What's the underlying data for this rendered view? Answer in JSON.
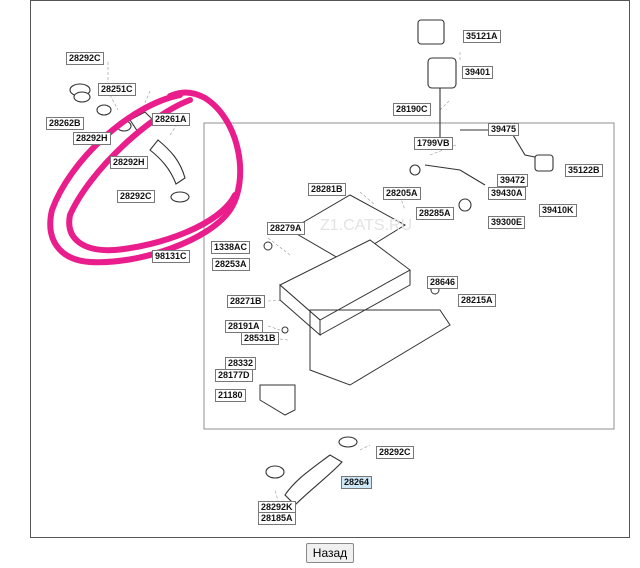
{
  "labels": [
    {
      "id": "35121A",
      "text": "35121A"
    },
    {
      "id": "39401",
      "text": "39401"
    },
    {
      "id": "28292C_top",
      "text": "28292C"
    },
    {
      "id": "28251C",
      "text": "28251C"
    },
    {
      "id": "28262B",
      "text": "28262B"
    },
    {
      "id": "28292H_a",
      "text": "28292H"
    },
    {
      "id": "28261A",
      "text": "28261A"
    },
    {
      "id": "28292H_b",
      "text": "28292H"
    },
    {
      "id": "28292C_mid",
      "text": "28292C"
    },
    {
      "id": "28190C",
      "text": "28190C"
    },
    {
      "id": "39475",
      "text": "39475"
    },
    {
      "id": "1799VB",
      "text": "1799VB"
    },
    {
      "id": "35122B",
      "text": "35122B"
    },
    {
      "id": "28281B",
      "text": "28281B"
    },
    {
      "id": "28205A",
      "text": "28205A"
    },
    {
      "id": "39472",
      "text": "39472"
    },
    {
      "id": "39430A",
      "text": "39430A"
    },
    {
      "id": "39410K",
      "text": "39410K"
    },
    {
      "id": "28285A",
      "text": "28285A"
    },
    {
      "id": "39300E",
      "text": "39300E"
    },
    {
      "id": "28279A",
      "text": "28279A"
    },
    {
      "id": "1338AC",
      "text": "1338AC"
    },
    {
      "id": "98131C",
      "text": "98131C"
    },
    {
      "id": "28253A",
      "text": "28253A"
    },
    {
      "id": "28646",
      "text": "28646"
    },
    {
      "id": "28215A",
      "text": "28215A"
    },
    {
      "id": "28271B",
      "text": "28271B"
    },
    {
      "id": "28191A",
      "text": "28191A"
    },
    {
      "id": "28531B",
      "text": "28531B"
    },
    {
      "id": "28332",
      "text": "28332"
    },
    {
      "id": "28177D",
      "text": "28177D"
    },
    {
      "id": "21180",
      "text": "21180"
    },
    {
      "id": "28292C_low",
      "text": "28292C"
    },
    {
      "id": "28264",
      "text": "28264"
    },
    {
      "id": "28292K",
      "text": "28292K"
    },
    {
      "id": "28185A",
      "text": "28185A"
    }
  ],
  "back_button": {
    "label": "Назад"
  },
  "colors": {
    "highlight_marker": "#e91e8c",
    "line": "#6b6b6b",
    "label_highlight": "#cfe8f7"
  }
}
